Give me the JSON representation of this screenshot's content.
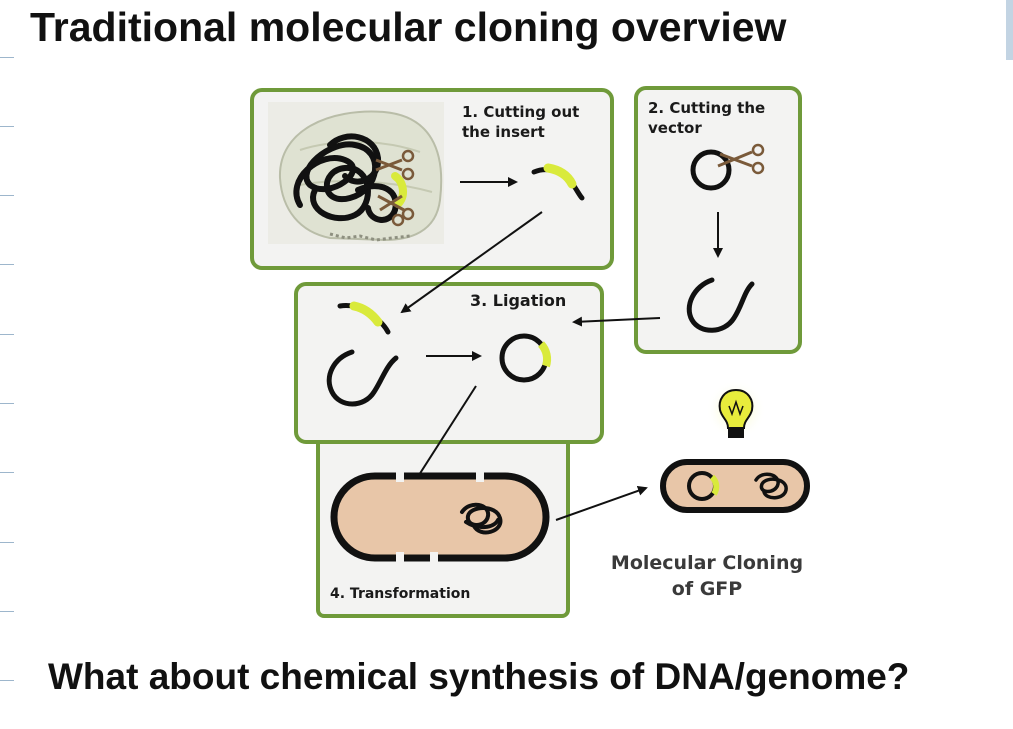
{
  "slide": {
    "title": "Traditional molecular cloning overview",
    "subtitle": "What about chemical synthesis of DNA/genome?"
  },
  "diagram": {
    "step1_line1": "1. Cutting out",
    "step1_line2": "the insert",
    "step2_line1": "2. Cutting the",
    "step2_line2": "vector",
    "step3": "3. Ligation",
    "step4": "4. Transformation",
    "caption_line1": "Molecular Cloning",
    "caption_line2": "of GFP"
  },
  "colors": {
    "panel_border": "#6f9a3a",
    "panel_fill": "#f3f3f2",
    "insert_yellow": "#d9ea3c",
    "cell_fill": "#e8c6a8",
    "bulb_glow": "#eef2a0"
  }
}
